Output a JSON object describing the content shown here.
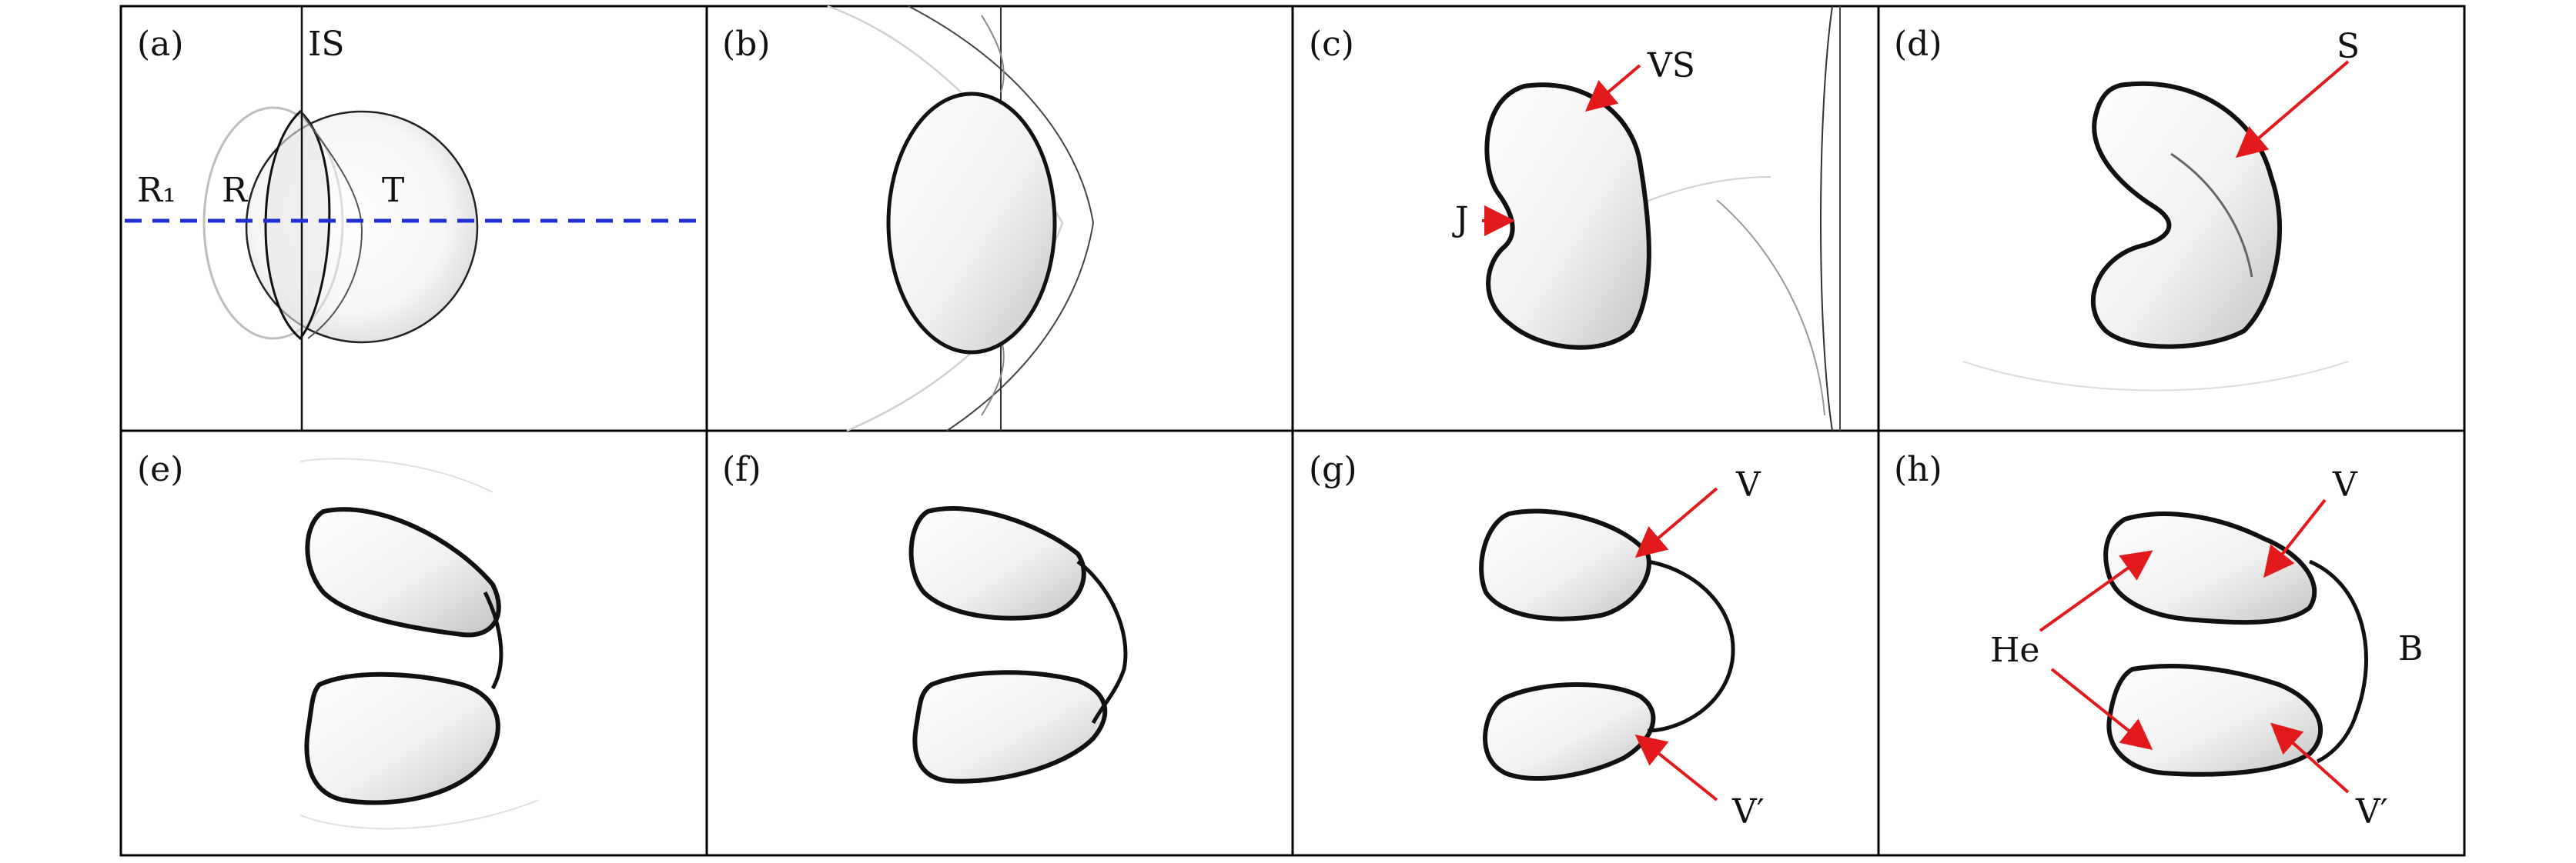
{
  "figure": {
    "colors": {
      "arrow": "#e31a1c",
      "dashed_line": "#1f2fd6",
      "interface": "#111111",
      "shading": "#cfcfcf",
      "frame": "#000000"
    },
    "panels": [
      {
        "id": "a",
        "label": "(a)",
        "annotations": [
          "IS",
          "R₁",
          "R",
          "T"
        ]
      },
      {
        "id": "b",
        "label": "(b)",
        "annotations": []
      },
      {
        "id": "c",
        "label": "(c)",
        "annotations": [
          "VS",
          "J"
        ]
      },
      {
        "id": "d",
        "label": "(d)",
        "annotations": [
          "S"
        ]
      },
      {
        "id": "e",
        "label": "(e)",
        "annotations": []
      },
      {
        "id": "f",
        "label": "(f)",
        "annotations": []
      },
      {
        "id": "g",
        "label": "(g)",
        "annotations": [
          "V",
          "V′"
        ]
      },
      {
        "id": "h",
        "label": "(h)",
        "annotations": [
          "V",
          "He",
          "B",
          "V′"
        ]
      }
    ]
  }
}
